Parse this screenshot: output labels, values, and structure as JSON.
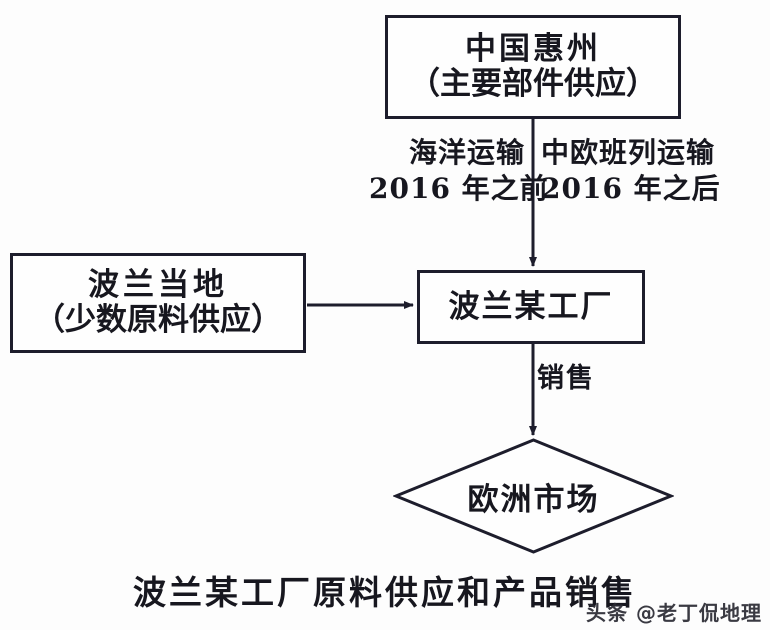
{
  "diagram": {
    "title": "波兰某工厂原料供应和产品销售",
    "type": "flowchart",
    "colors": {
      "background": "#fdfdfd",
      "stroke": "#1d1d2c",
      "text": "#17171f",
      "node_fill": "#fefefe"
    },
    "nodes": [
      {
        "id": "china",
        "shape": "rectangle",
        "line1": "中国惠州",
        "line2": "（主要部件供应）"
      },
      {
        "id": "poland_local",
        "shape": "rectangle",
        "line1": "波兰当地",
        "line2": "（少数原料供应）"
      },
      {
        "id": "factory",
        "shape": "rectangle",
        "line1": "波兰某工厂"
      },
      {
        "id": "market",
        "shape": "diamond",
        "line1": "欧洲市场"
      }
    ],
    "edges": [
      {
        "id": "china-to-factory",
        "from": "china",
        "to": "factory",
        "direction": "down",
        "label_left_line1": "海洋运输",
        "label_left_line2": "2016 年之前",
        "label_right_line1": "中欧班列运输",
        "label_right_line2": "2016 年之后"
      },
      {
        "id": "local-to-factory",
        "from": "poland_local",
        "to": "factory",
        "direction": "right",
        "label": ""
      },
      {
        "id": "factory-to-market",
        "from": "factory",
        "to": "market",
        "direction": "down",
        "label": "销售"
      }
    ],
    "watermark": "头条 @老丁侃地理"
  }
}
